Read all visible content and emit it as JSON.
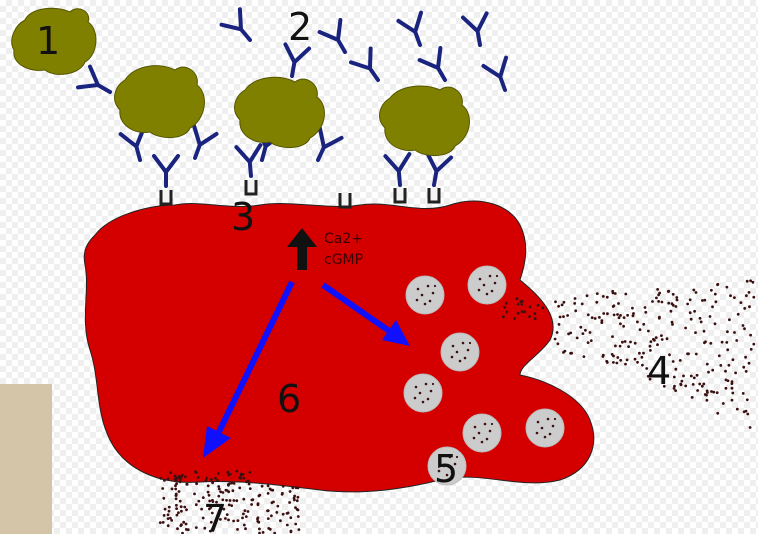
{
  "labels": {
    "n1": "1",
    "n2": "2",
    "n3": "3",
    "n4": "4",
    "n5": "5",
    "n6": "6",
    "n7": "7",
    "ca": "Ca2+",
    "cgmp": "cGMP"
  },
  "colors": {
    "cell": "#d40000",
    "antigen": "#808000",
    "antibody": "#1a237e",
    "arrow": "#1010ff",
    "granule": "#cccccc",
    "dots": "#3a1010",
    "background_panel": "#d4c4a8"
  },
  "icons": {
    "antigen": "antigen-blob",
    "antibody": "y-shaped-antibody",
    "receptor": "fc-receptor",
    "granule": "granule",
    "signal": "up-arrow"
  }
}
